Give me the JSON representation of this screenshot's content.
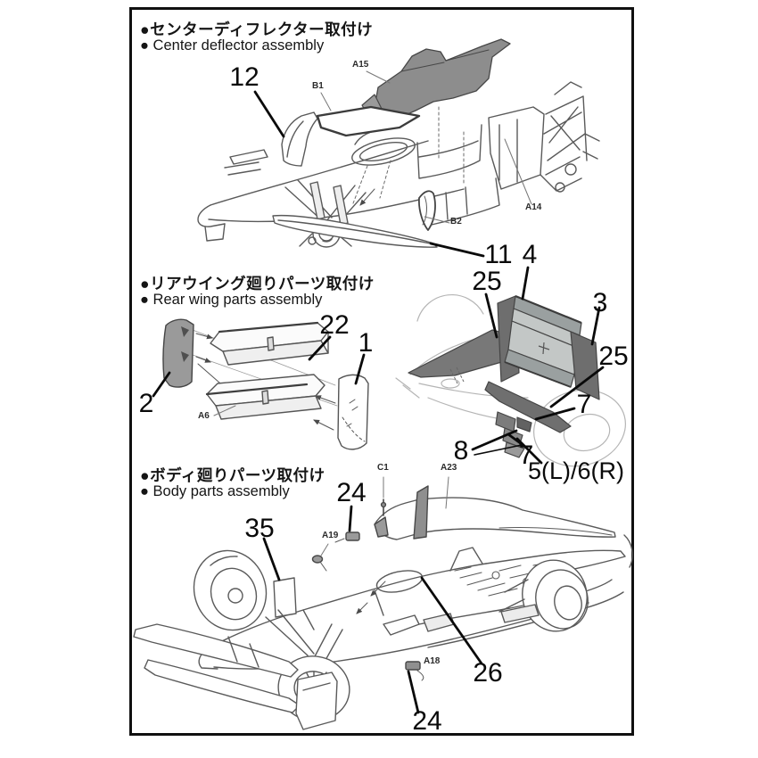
{
  "document": {
    "type": "model-kit-instruction-sheet",
    "colors": {
      "line": "#5a5a5a",
      "light_line": "#b5b5b5",
      "leader": "#0a0a0a",
      "part_shade": "#8d8d8d",
      "wing_face": "#c3c7c6",
      "wing_face_dark": "#9aa0a0",
      "endplate": "#6e6e6e",
      "diffuser": "#787878"
    }
  },
  "sections": [
    {
      "title_jp": "●センターディフレクター取付け",
      "title_en": "● Center deflector  assembly",
      "callouts": [
        {
          "text": "12"
        },
        {
          "text": "B1"
        },
        {
          "text": "A15"
        },
        {
          "text": "A14"
        },
        {
          "text": "B2"
        },
        {
          "text": "11"
        }
      ]
    },
    {
      "title_jp": "●リアウイング廻りパーツ取付け",
      "title_en": "● Rear wing parts  assembly",
      "callouts": [
        {
          "text": "4"
        },
        {
          "text": "25"
        },
        {
          "text": "3"
        },
        {
          "text": "25"
        },
        {
          "text": "7"
        },
        {
          "text": "8"
        },
        {
          "text": "7"
        },
        {
          "text": "5(L)/6(R)"
        },
        {
          "text": "22"
        },
        {
          "text": "1"
        },
        {
          "text": "2"
        },
        {
          "text": "A6"
        }
      ]
    },
    {
      "title_jp": "●ボディ廻りパーツ取付け",
      "title_en": "● Body parts assembly",
      "callouts": [
        {
          "text": "24"
        },
        {
          "text": "C1"
        },
        {
          "text": "A23"
        },
        {
          "text": "35"
        },
        {
          "text": "A19"
        },
        {
          "text": "26"
        },
        {
          "text": "A18"
        },
        {
          "text": "24"
        }
      ]
    }
  ]
}
